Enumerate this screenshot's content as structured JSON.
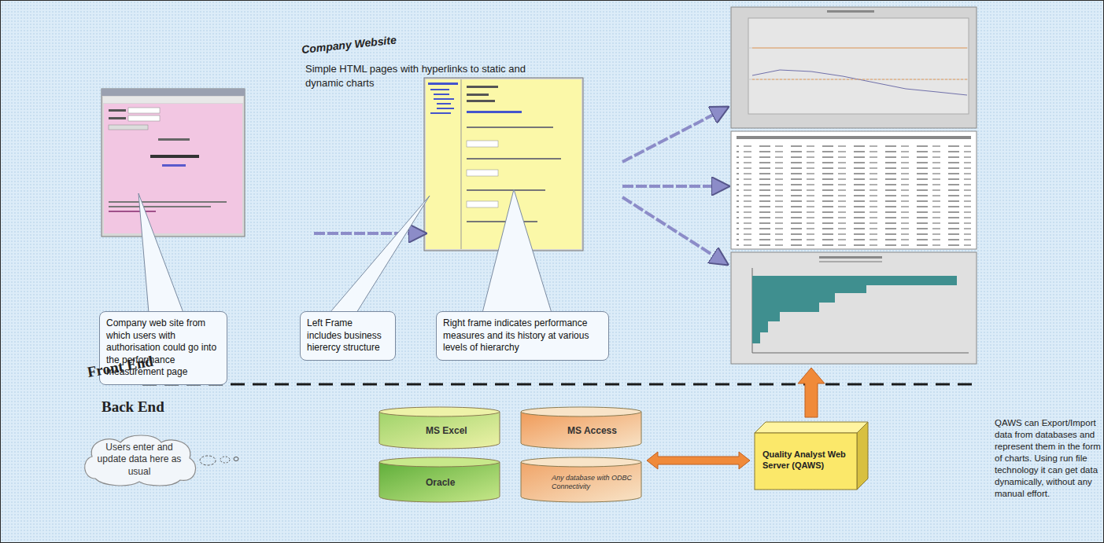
{
  "diagram": {
    "title": "Company Website",
    "nodes": [
      {
        "text": [
          "Company web site from which users with authorisation could go into the performance measurement page"
        ]
      },
      {
        "text": [
          "Left Frame includes business hierercy structure"
        ]
      },
      {
        "text": [
          "Right frame indicates performance measures and its history at various levels of hierarchy"
        ]
      },
      {
        "text": [
          "Users enter and update data here as usual"
        ]
      },
      {
        "text": [
          "MS Excel"
        ]
      },
      {
        "text": [
          "MS Access"
        ]
      },
      {
        "text": [
          "Oracle"
        ]
      },
      {
        "text": [
          "Any database with ODBC Connectivity"
        ]
      },
      {
        "text": [
          "Quality Analyst Web Server (QAWS)"
        ]
      }
    ],
    "edges": [
      {
        "from": 7,
        "to": 8,
        "arrow": "both"
      }
    ],
    "labels": [
      "Simple HTML pages with hyperlinks to static and dynamic charts",
      "Front End",
      "Back End",
      "QAWS can Export/Import data from databases and represent them in the form of charts. Using run file technology it can get data dynamically, without any manual effort."
    ]
  }
}
